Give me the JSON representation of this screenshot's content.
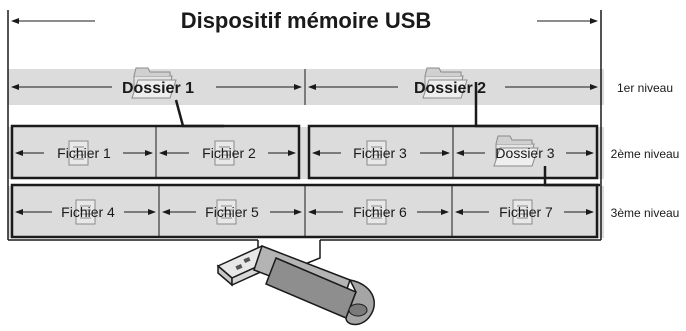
{
  "title": "Dispositif mémoire USB",
  "levels": {
    "level1": "1er niveau",
    "level2": "2ème niveau",
    "level3": "3ème niveau"
  },
  "level1_items": [
    {
      "label": "Dossier 1",
      "icon": "folder-icon"
    },
    {
      "label": "Dossier 2",
      "icon": "folder-icon"
    }
  ],
  "level2_items": [
    {
      "label": "Fichier 1",
      "icon": "file-icon"
    },
    {
      "label": "Fichier 2",
      "icon": "file-icon"
    },
    {
      "label": "Fichier 3",
      "icon": "file-icon"
    },
    {
      "label": "Dossier 3",
      "icon": "folder-icon"
    }
  ],
  "level3_items": [
    {
      "label": "Fichier 4",
      "icon": "file-icon"
    },
    {
      "label": "Fichier 5",
      "icon": "file-icon"
    },
    {
      "label": "Fichier 6",
      "icon": "file-icon"
    },
    {
      "label": "Fichier 7",
      "icon": "file-icon"
    }
  ],
  "colors": {
    "band": "#dcdcdc",
    "line": "#1a1a1a",
    "icon_fill": "#e8e8e8",
    "usb_body": "#9a9a9a",
    "usb_plug": "#d8d8d8"
  }
}
